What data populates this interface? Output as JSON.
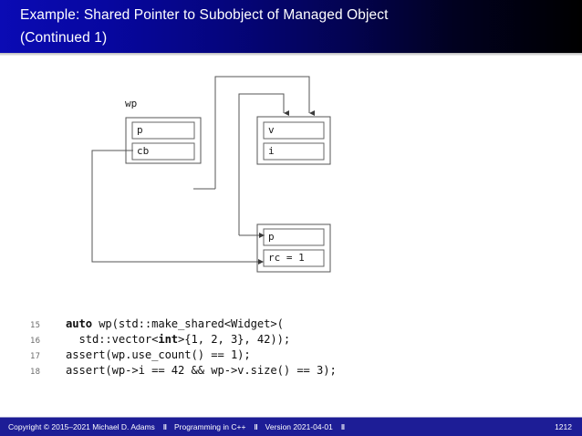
{
  "header": {
    "title_line1": "Example: Shared Pointer to Subobject of Managed Object",
    "title_line2": "(Continued 1)"
  },
  "diagram": {
    "wp_label": "wp",
    "wp_box": {
      "fields": [
        {
          "name": "p",
          "label": "p"
        },
        {
          "name": "cb",
          "label": "cb"
        }
      ]
    },
    "widget_box": {
      "fields": [
        {
          "name": "v",
          "label": "v"
        },
        {
          "name": "i",
          "label": "i"
        }
      ]
    },
    "control_block_box": {
      "fields": [
        {
          "name": "p",
          "label": "p"
        },
        {
          "name": "rc",
          "label": "rc = 1"
        }
      ]
    }
  },
  "code": {
    "lines": [
      {
        "no": "15",
        "segments": [
          {
            "text": "auto",
            "bold": true
          },
          {
            "text": " wp(std::make_shared<Widget>(",
            "bold": false
          }
        ]
      },
      {
        "no": "16",
        "segments": [
          {
            "text": "  std::vector<",
            "bold": false
          },
          {
            "text": "int",
            "bold": true
          },
          {
            "text": ">{1, 2, 3}, 42));",
            "bold": false
          }
        ]
      },
      {
        "no": "17",
        "segments": [
          {
            "text": "assert(wp.use_count() == 1);",
            "bold": false
          }
        ]
      },
      {
        "no": "18",
        "segments": [
          {
            "text": "assert(wp->i == 42 && wp->v.size() == 3);",
            "bold": false
          }
        ]
      }
    ]
  },
  "footer": {
    "copyright": "Copyright © 2015–2021 Michael D. Adams",
    "separator": "‖",
    "course": "Programming in C++",
    "version": "Version 2021-04-01",
    "page": "1212"
  },
  "colors": {
    "header_blue": "#0b0bb4",
    "footer_blue": "#1d1d96",
    "diagram_stroke": "#555555",
    "text_dark": "#101010"
  }
}
